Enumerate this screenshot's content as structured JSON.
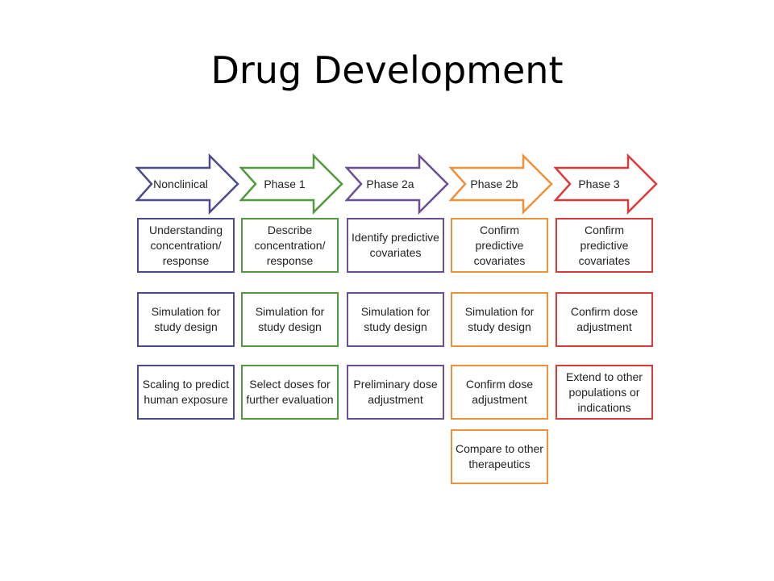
{
  "title": "Drug Development",
  "phases": [
    {
      "label": "Nonclinical",
      "color": "#4a4a8c",
      "items": [
        "Understanding concentration/ response",
        "Simulation for study design",
        "Scaling to predict human exposure"
      ]
    },
    {
      "label": "Phase 1",
      "color": "#4f9a3a",
      "items": [
        "Describe concentration/ response",
        "Simulation for study design",
        "Select doses for further evaluation"
      ]
    },
    {
      "label": "Phase 2a",
      "color": "#6a4f96",
      "items": [
        "Identify predictive covariates",
        "Simulation for study design",
        "Preliminary dose adjustment"
      ]
    },
    {
      "label": "Phase 2b",
      "color": "#f0913a",
      "items": [
        "Confirm predictive covariates",
        "Simulation for study design",
        "Confirm dose adjustment",
        "Compare to other therapeutics"
      ]
    },
    {
      "label": "Phase 3",
      "color": "#d93a3a",
      "items": [
        "Confirm predictive covariates",
        "Confirm dose adjustment",
        "Extend to other populations or indications"
      ]
    }
  ]
}
